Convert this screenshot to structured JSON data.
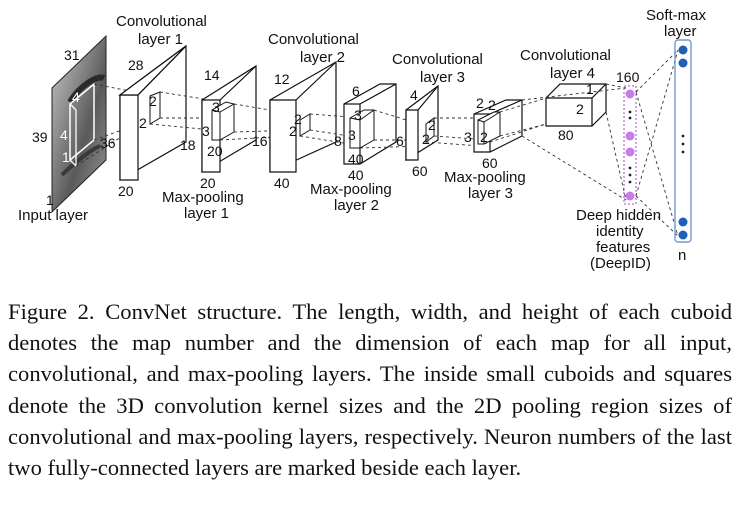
{
  "diagram": {
    "input": {
      "label": "Input layer",
      "depth": "1",
      "height": "39",
      "width": "31",
      "kernel_h": "4",
      "kernel_w": "4",
      "kernel_d": "1"
    },
    "conv1": {
      "title_l1": "Convolutional",
      "title_l2": "layer 1",
      "height": "36",
      "width": "28",
      "depth": "20",
      "kernel_a": "2",
      "kernel_b": "2"
    },
    "pool1": {
      "title_l1": "Max-pooling",
      "title_l2": "layer 1",
      "height": "18",
      "width": "14",
      "depth": "20",
      "kernel_a": "3",
      "kernel_b": "3",
      "kernel_c": "20"
    },
    "conv2": {
      "title_l1": "Convolutional",
      "title_l2": "layer 2",
      "height": "16",
      "width": "12",
      "depth": "40",
      "kernel_a": "2",
      "kernel_b": "2"
    },
    "pool2": {
      "title_l1": "Max-pooling",
      "title_l2": "layer 2",
      "height": "8",
      "width": "6",
      "depth": "40",
      "kernel_a": "3",
      "kernel_b": "3",
      "kernel_c": "40"
    },
    "conv3": {
      "title_l1": "Convolutional",
      "title_l2": "layer 3",
      "height": "6",
      "width": "4",
      "depth": "60",
      "kernel_a": "2",
      "kernel_b": "2"
    },
    "pool3": {
      "title_l1": "Max-pooling",
      "title_l2": "layer 3",
      "height": "3",
      "width": "2",
      "depth": "60",
      "kernel_a": "2",
      "kernel_b": "2",
      "kernel_c": "2"
    },
    "conv4": {
      "title_l1": "Convolutional",
      "title_l2": "layer 4",
      "depth": "80",
      "height": "2",
      "width": "1"
    },
    "deepid": {
      "count": "160",
      "label_l1": "Deep hidden",
      "label_l2": "identity",
      "label_l3": "features",
      "label_l4": "(DeepID)"
    },
    "softmax": {
      "title_l1": "Soft-max",
      "title_l2": "layer",
      "count": "n"
    }
  },
  "caption": {
    "text": "Figure 2. ConvNet structure.  The length, width, and height of each cuboid denotes the map number and the dimension of each map for all input, convolutional, and max-pooling layers.  The inside small cuboids and squares denote the 3D convolution kernel sizes and the 2D pooling region sizes of convolutional and max-pooling layers, respectively. Neuron numbers of the last two fully-connected layers are marked beside each layer."
  },
  "colors": {
    "deepid_neuron": "#c77ce8",
    "softmax_neuron": "#1f5fb8",
    "softmax_box": "#6f9bd0"
  }
}
